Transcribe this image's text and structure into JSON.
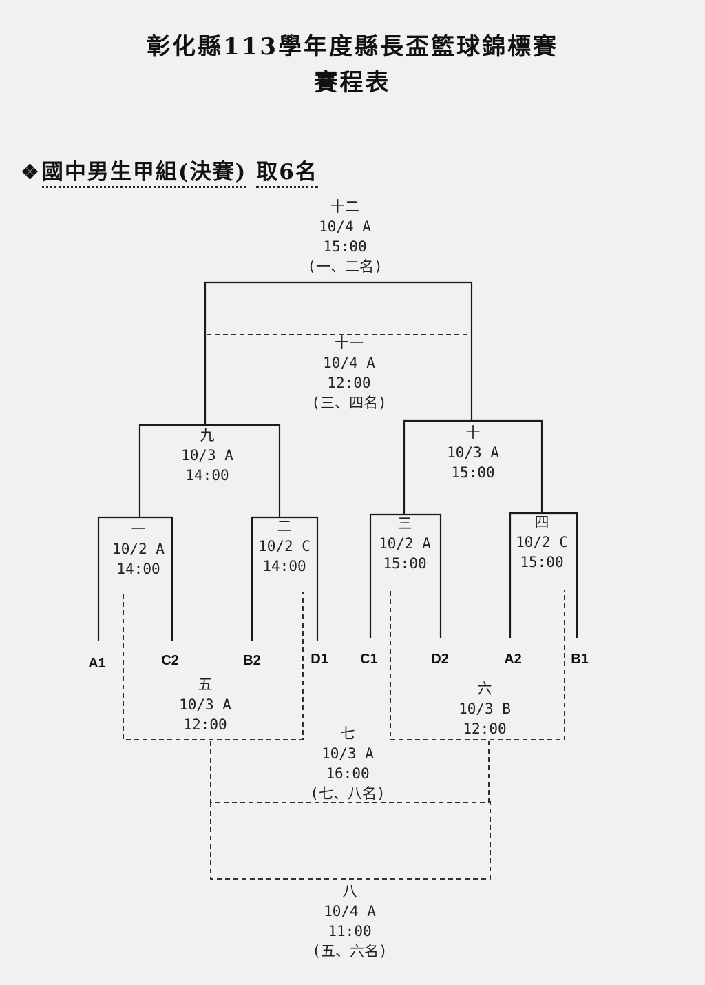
{
  "title": {
    "line1": "彰化縣113學年度縣長盃籃球錦標賽",
    "line2": "賽程表"
  },
  "section": {
    "icon": "diamond-cluster-icon",
    "group": "國中男生甲組(決賽)",
    "places": "取6名"
  },
  "teams": [
    "A1",
    "C2",
    "B2",
    "D1",
    "C1",
    "D2",
    "A2",
    "B1"
  ],
  "games": {
    "g1": {
      "no": "一",
      "date": "10/2 A",
      "time": "14:00"
    },
    "g2": {
      "no": "二",
      "date": "10/2 C",
      "time": "14:00"
    },
    "g3": {
      "no": "三",
      "date": "10/2 A",
      "time": "15:00"
    },
    "g4": {
      "no": "四",
      "date": "10/2 C",
      "time": "15:00"
    },
    "g5": {
      "no": "五",
      "date": "10/3 A",
      "time": "12:00"
    },
    "g6": {
      "no": "六",
      "date": "10/3 B",
      "time": "12:00"
    },
    "g7": {
      "no": "七",
      "date": "10/3 A",
      "time": "16:00",
      "note": "(七、八名)"
    },
    "g8": {
      "no": "八",
      "date": "10/4 A",
      "time": "11:00",
      "note": "(五、六名)"
    },
    "g9": {
      "no": "九",
      "date": "10/3 A",
      "time": "14:00"
    },
    "g10": {
      "no": "十",
      "date": "10/3 A",
      "time": "15:00"
    },
    "g11": {
      "no": "十一",
      "date": "10/4 A",
      "time": "12:00",
      "note": "(三、四名)"
    },
    "g12": {
      "no": "十二",
      "date": "10/4 A",
      "time": "15:00",
      "note": "(一、二名)"
    }
  }
}
